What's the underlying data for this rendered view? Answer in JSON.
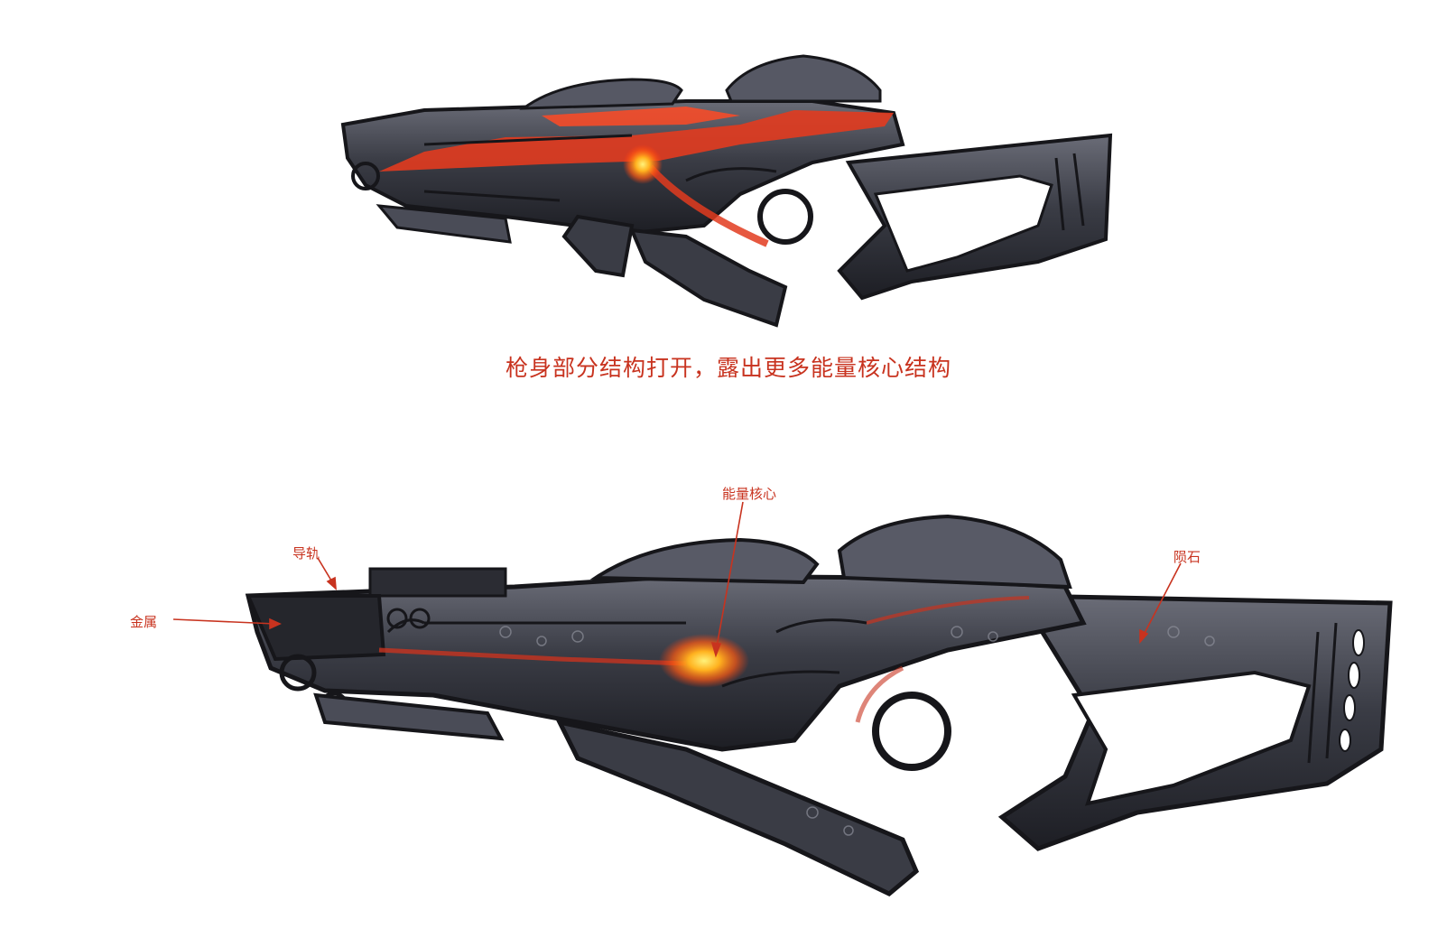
{
  "colors": {
    "accent_red": "#c8331f",
    "glow_orange": "#ff7a1a",
    "glow_yellow": "#ffd23a",
    "body_dark": "#2b2c33",
    "body_mid": "#4a4c57",
    "body_light": "#9a9ca6",
    "stroke": "#16161a"
  },
  "caption": "枪身部分结构打开，露出更多能量核心结构",
  "labels": {
    "energy_core": "能量核心",
    "rail": "导轨",
    "metal": "金属",
    "meteorite": "陨石"
  }
}
